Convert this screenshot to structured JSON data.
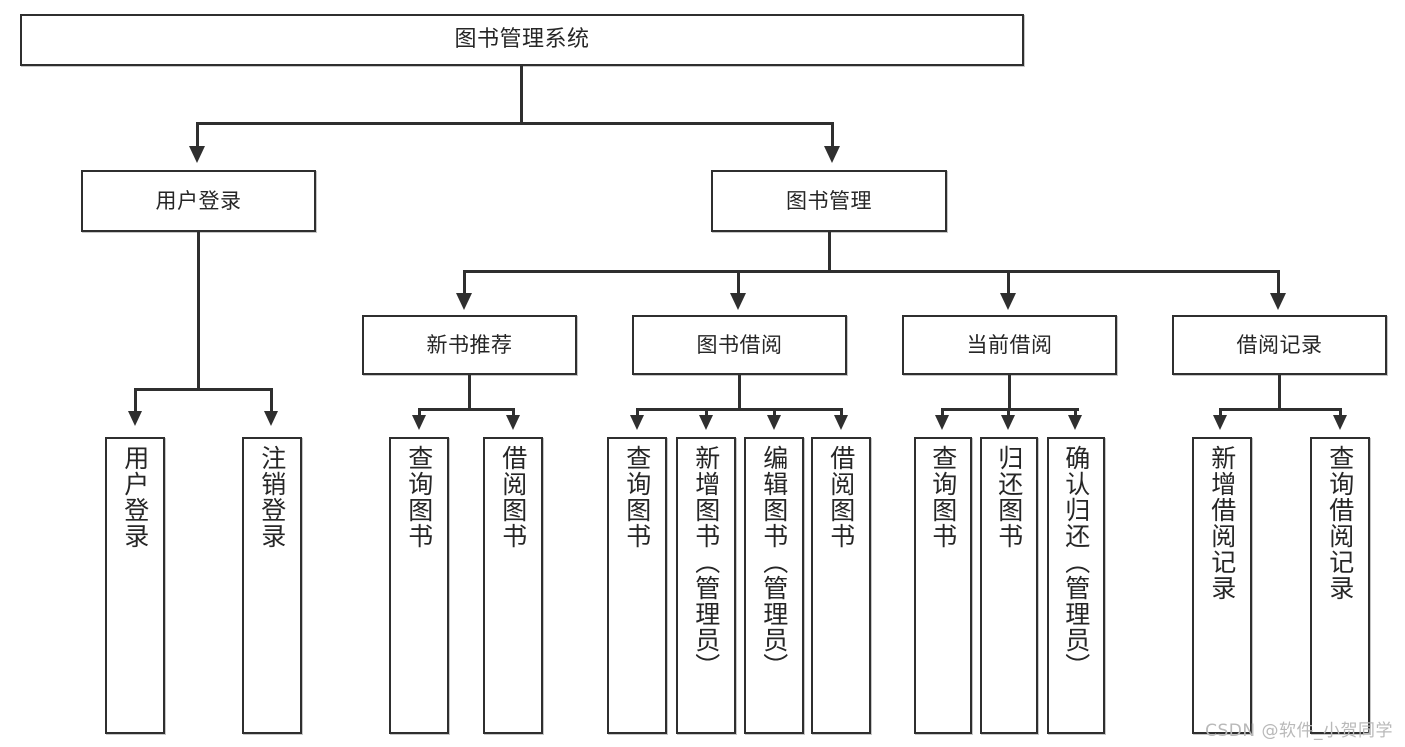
{
  "diagram": {
    "title": "图书管理系统",
    "type": "tree",
    "root": {
      "label": "图书管理系统"
    },
    "level1": [
      {
        "label": "用户登录"
      },
      {
        "label": "图书管理"
      }
    ],
    "level2": [
      {
        "label": "新书推荐"
      },
      {
        "label": "图书借阅"
      },
      {
        "label": "当前借阅"
      },
      {
        "label": "借阅记录"
      }
    ],
    "leaves": {
      "user_login": [
        {
          "label": "用户登录"
        },
        {
          "label": "注销登录"
        }
      ],
      "new_book_recommend": [
        {
          "label": "查询图书"
        },
        {
          "label": "借阅图书"
        }
      ],
      "book_borrow": [
        {
          "label": "查询图书"
        },
        {
          "label": "新增图书（管理员）"
        },
        {
          "label": "编辑图书（管理员）"
        },
        {
          "label": "借阅图书"
        }
      ],
      "current_borrow": [
        {
          "label": "查询图书"
        },
        {
          "label": "归还图书"
        },
        {
          "label": "确认归还（管理员）"
        }
      ],
      "borrow_record": [
        {
          "label": "新增借阅记录"
        },
        {
          "label": "查询借阅记录"
        }
      ]
    }
  },
  "watermark": {
    "text": "CSDN @软件_小贺同学"
  },
  "colors": {
    "stroke": "#2f2f2f",
    "fill": "#ffffff",
    "text": "#262626",
    "watermark": "#b9b9b9"
  }
}
